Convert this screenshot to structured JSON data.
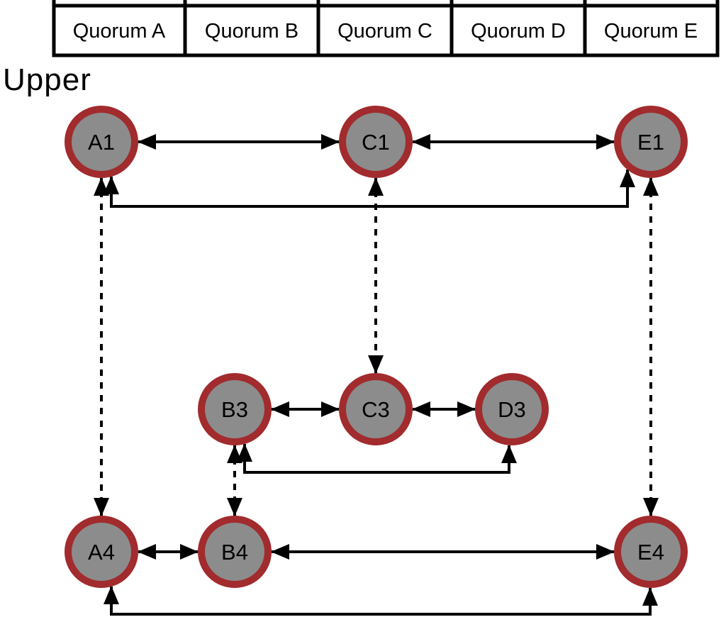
{
  "header": {
    "labels": [
      "Quorum A",
      "Quorum B",
      "Quorum C",
      "Quorum D",
      "Quorum E"
    ]
  },
  "section_label": "Upper",
  "nodes": {
    "a1": {
      "label": "A1",
      "quorum": "Quorum A"
    },
    "c1": {
      "label": "C1",
      "quorum": "Quorum C"
    },
    "e1": {
      "label": "E1",
      "quorum": "Quorum E"
    },
    "b3": {
      "label": "B3",
      "quorum": "Quorum B"
    },
    "c3": {
      "label": "C3",
      "quorum": "Quorum C"
    },
    "d3": {
      "label": "D3",
      "quorum": "Quorum D"
    },
    "a4": {
      "label": "A4",
      "quorum": "Quorum A"
    },
    "b4": {
      "label": "B4",
      "quorum": "Quorum B"
    },
    "e4": {
      "label": "E4",
      "quorum": "Quorum E"
    }
  },
  "edges": [
    {
      "from": "A1",
      "to": "C1",
      "style": "solid",
      "arrows": "both",
      "shape": "straight"
    },
    {
      "from": "C1",
      "to": "E1",
      "style": "solid",
      "arrows": "both",
      "shape": "straight"
    },
    {
      "from": "A1",
      "to": "E1",
      "style": "solid",
      "arrows": "both",
      "shape": "elbow-below"
    },
    {
      "from": "A1",
      "to": "A4",
      "style": "dashed",
      "arrows": "both",
      "shape": "straight"
    },
    {
      "from": "C1",
      "to": "C3",
      "style": "dashed",
      "arrows": "both",
      "shape": "straight"
    },
    {
      "from": "E1",
      "to": "E4",
      "style": "dashed",
      "arrows": "both",
      "shape": "straight"
    },
    {
      "from": "B3",
      "to": "C3",
      "style": "solid",
      "arrows": "both",
      "shape": "straight"
    },
    {
      "from": "C3",
      "to": "D3",
      "style": "solid",
      "arrows": "both",
      "shape": "straight"
    },
    {
      "from": "B3",
      "to": "D3",
      "style": "solid",
      "arrows": "both",
      "shape": "elbow-below"
    },
    {
      "from": "B3",
      "to": "B4",
      "style": "dashed",
      "arrows": "both",
      "shape": "straight"
    },
    {
      "from": "A4",
      "to": "B4",
      "style": "solid",
      "arrows": "both",
      "shape": "straight"
    },
    {
      "from": "B4",
      "to": "E4",
      "style": "solid",
      "arrows": "both",
      "shape": "straight"
    },
    {
      "from": "A4",
      "to": "E4",
      "style": "solid",
      "arrows": "both",
      "shape": "elbow-below"
    }
  ],
  "colors": {
    "background": "#ffffff",
    "node_fill": "#8c8c8c",
    "node_ring": "#a12b2d",
    "line": "#000000",
    "text": "#000000"
  }
}
